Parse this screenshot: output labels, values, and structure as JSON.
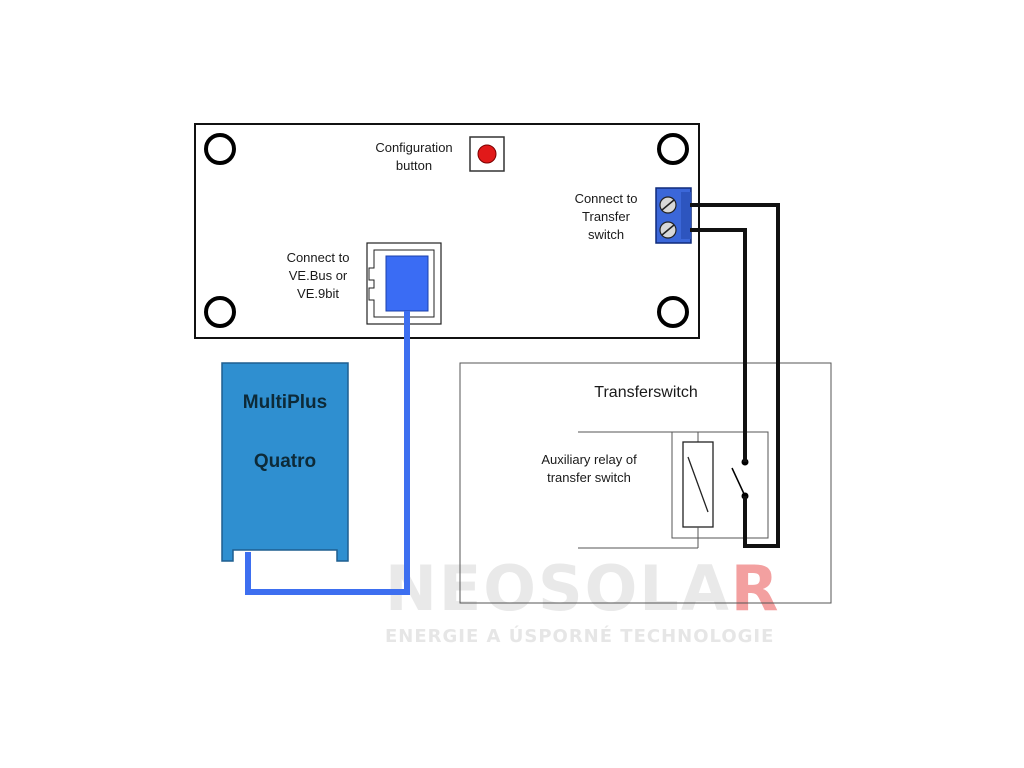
{
  "board": {
    "config_label_1": "Configuration",
    "config_label_2": "button",
    "transfer_label_1": "Connect to",
    "transfer_label_2": "Transfer",
    "transfer_label_3": "switch",
    "vebus_label_1": "Connect to",
    "vebus_label_2": "VE.Bus or",
    "vebus_label_3": "VE.9bit"
  },
  "device": {
    "label_1": "MultiPlus",
    "label_2": "Quatro"
  },
  "transferswitch": {
    "title": "Transferswitch",
    "relay_label_1": "Auxiliary relay of",
    "relay_label_2": "transfer switch"
  },
  "watermark": {
    "brand_main": "NEOSOLA",
    "brand_accent": "R",
    "tagline": "ENERGIE A ÚSPORNÉ TECHNOLOGIE"
  },
  "colors": {
    "cable": "#3d6ff0",
    "rj45": "#3a6cf4",
    "terminal": "#3b67d9",
    "device_fill": "#2f8fd0",
    "button": "#e11919",
    "watermark": "#e9e9e9",
    "watermark_accent": "#f3a0a0"
  }
}
